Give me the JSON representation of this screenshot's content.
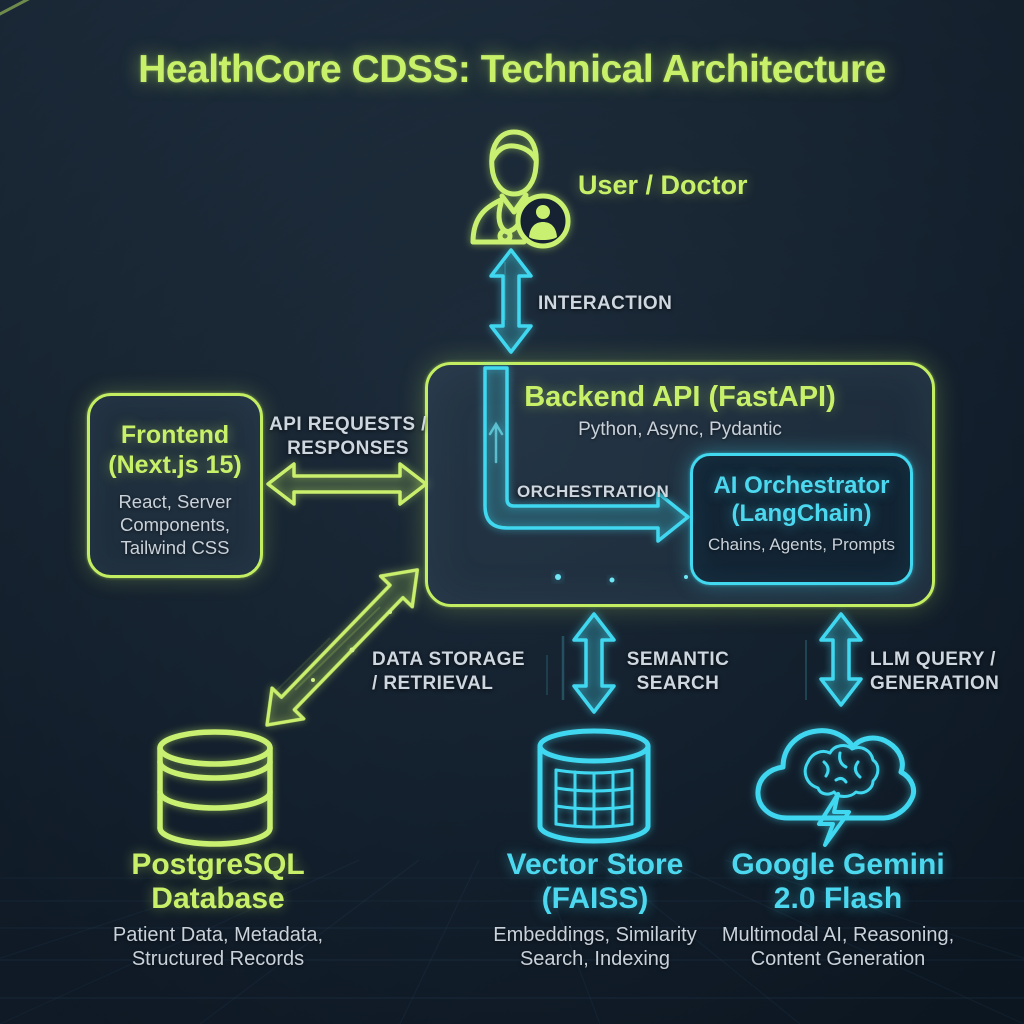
{
  "title": "HealthCore CDSS: Technical Architecture",
  "colors": {
    "lime_accent": "#c3ee62",
    "cyan_accent": "#41d8f0",
    "label_gray": "#ced6df",
    "background": "#152230"
  },
  "nodes": {
    "user": {
      "label": "User / Doctor"
    },
    "backend": {
      "title": "Backend API (FastAPI)",
      "subtitle": "Python, Async, Pydantic"
    },
    "orchestrator": {
      "title_line1": "AI Orchestrator",
      "title_line2": "(LangChain)",
      "subtitle": "Chains, Agents, Prompts"
    },
    "frontend": {
      "title_line1": "Frontend",
      "title_line2": "(Next.js 15)",
      "subtitle_line1": "React, Server",
      "subtitle_line2": "Components,",
      "subtitle_line3": "Tailwind CSS"
    },
    "postgres": {
      "title_line1": "PostgreSQL",
      "title_line2": "Database",
      "subtitle_line1": "Patient Data, Metadata,",
      "subtitle_line2": "Structured Records"
    },
    "vector": {
      "title_line1": "Vector Store",
      "title_line2": "(FAISS)",
      "subtitle_line1": "Embeddings, Similarity",
      "subtitle_line2": "Search, Indexing"
    },
    "gemini": {
      "title_line1": "Google Gemini",
      "title_line2": "2.0 Flash",
      "subtitle_line1": "Multimodal AI, Reasoning,",
      "subtitle_line2": "Content Generation"
    }
  },
  "edges": {
    "interaction": {
      "label": "INTERACTION"
    },
    "api": {
      "label_line1": "API REQUESTS /",
      "label_line2": "RESPONSES"
    },
    "orchestration": {
      "label": "ORCHESTRATION"
    },
    "storage": {
      "label_line1": "DATA STORAGE",
      "label_line2": "/ RETRIEVAL"
    },
    "semantic": {
      "label_line1": "SEMANTIC",
      "label_line2": "SEARCH"
    },
    "llm": {
      "label_line1": "LLM QUERY /",
      "label_line2": "GENERATION"
    }
  }
}
